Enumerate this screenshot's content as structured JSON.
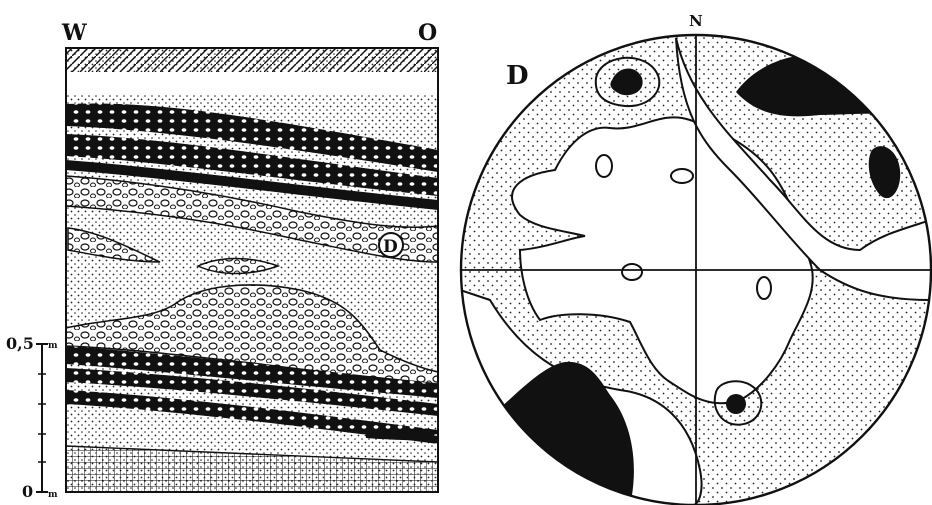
{
  "section": {
    "west_label": "W",
    "east_label": "O",
    "location_marker": "D",
    "scale_top": "0,5",
    "scale_top_unit": "m",
    "scale_bottom": "0",
    "scale_bottom_unit": "m"
  },
  "stereonet": {
    "label": "D",
    "north": "N"
  }
}
